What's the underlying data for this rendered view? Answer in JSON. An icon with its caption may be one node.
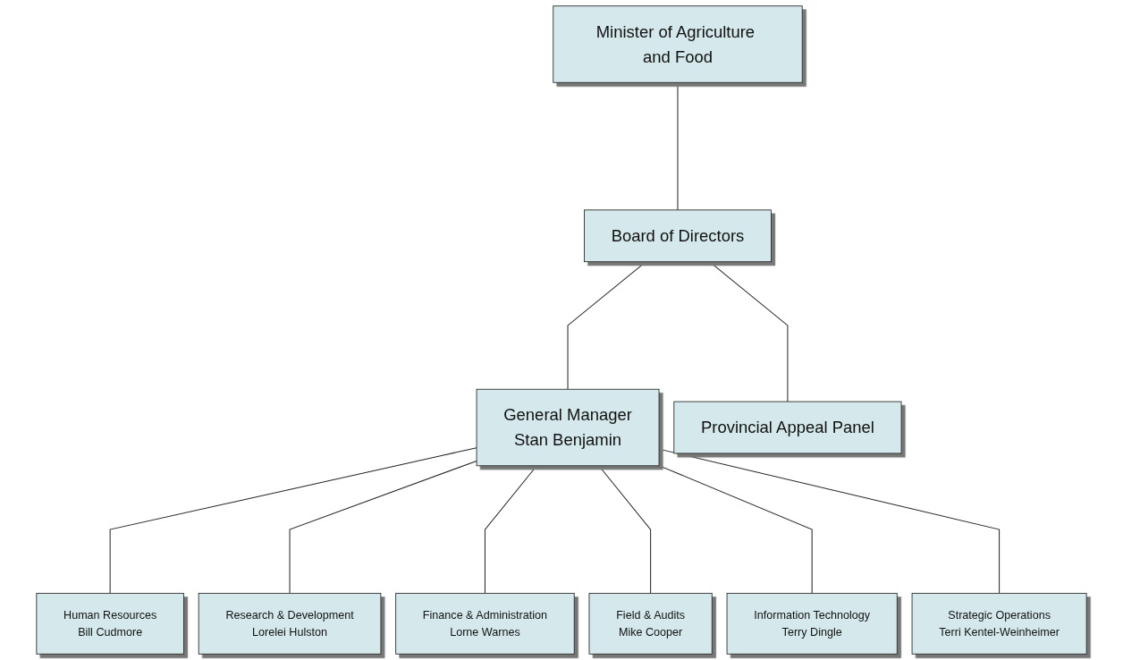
{
  "diagram": {
    "nodes": [
      {
        "text": [
          "Minister of Agriculture and Food"
        ]
      },
      {
        "text": [
          "Board of Directors"
        ]
      },
      {
        "text": [
          "Provincial Appeal Panel"
        ]
      },
      {
        "text": [
          "General Manager",
          "Stan Benjamin"
        ]
      },
      {
        "text": [
          "Human Resources",
          "Bill Cudmore"
        ]
      },
      {
        "text": [
          "Research & Development",
          "Lorelei Hulston"
        ]
      },
      {
        "text": [
          "Finance & Administration",
          "Lorne Warnes"
        ]
      },
      {
        "text": [
          "Field & Audits",
          "Mike Cooper"
        ]
      },
      {
        "text": [
          "Information Technology",
          "Terry Dingle"
        ]
      },
      {
        "text": [
          "Strategic Operations",
          "Terri Kentel-Weinheimer"
        ]
      }
    ],
    "edges": [
      {
        "from": 0,
        "to": 1,
        "arrow": "none"
      },
      {
        "from": 1,
        "to": 2,
        "arrow": "none"
      },
      {
        "from": 1,
        "to": 3,
        "arrow": "none"
      },
      {
        "from": 3,
        "to": 4,
        "arrow": "none"
      },
      {
        "from": 3,
        "to": 5,
        "arrow": "none"
      },
      {
        "from": 3,
        "to": 6,
        "arrow": "none"
      },
      {
        "from": 3,
        "to": 7,
        "arrow": "none"
      },
      {
        "from": 3,
        "to": 8,
        "arrow": "none"
      },
      {
        "from": 3,
        "to": 9,
        "arrow": "none"
      }
    ]
  }
}
